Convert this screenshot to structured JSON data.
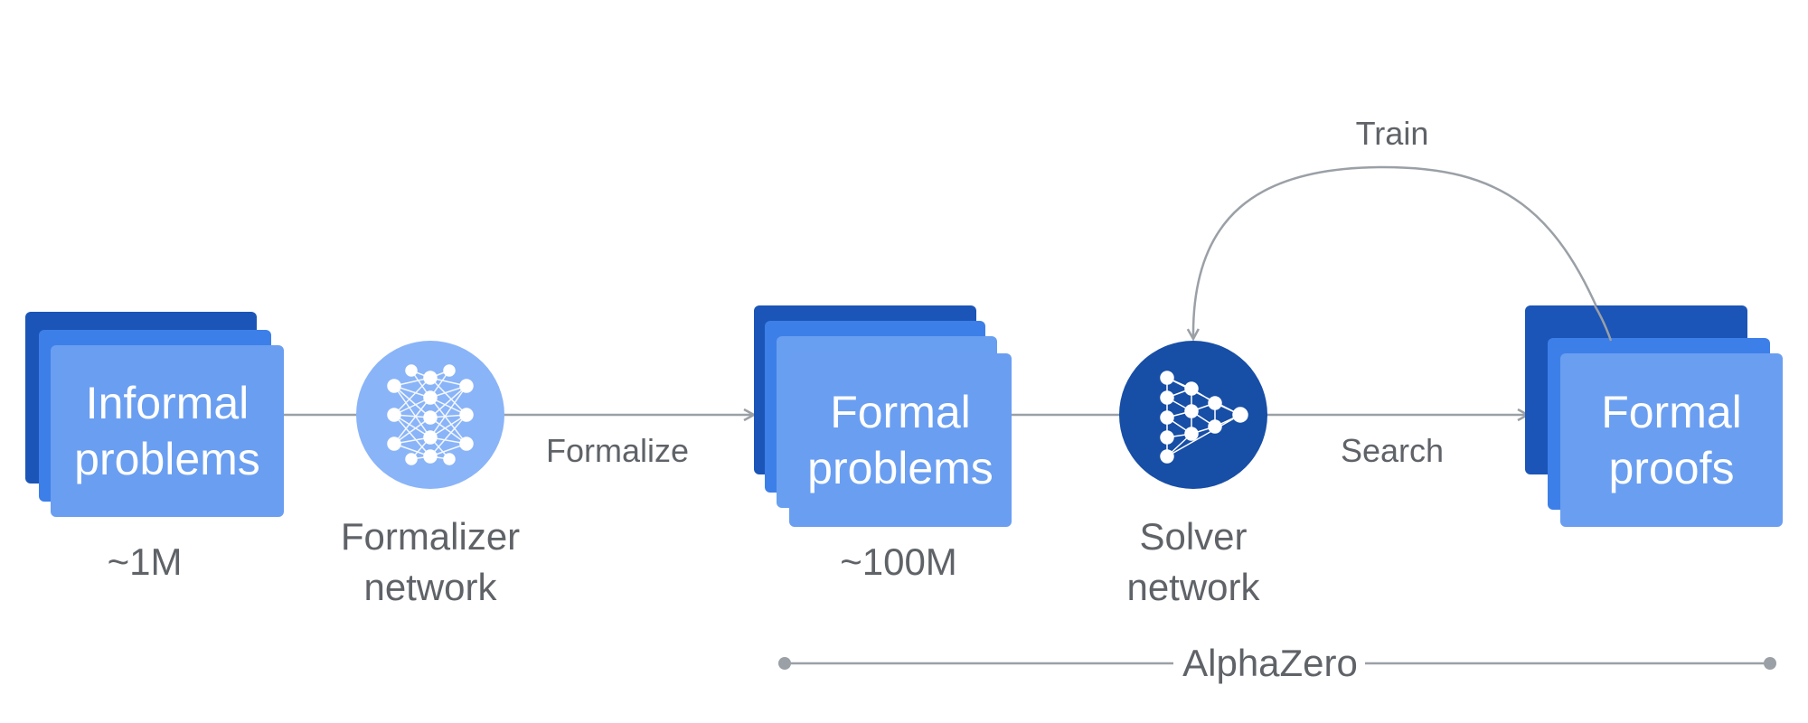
{
  "boxes": {
    "informal": {
      "label": "Informal\nproblems",
      "count": "~1M"
    },
    "formal_problems": {
      "label": "Formal\nproblems",
      "count": "~100M"
    },
    "formal_proofs": {
      "label": "Formal\nproofs"
    }
  },
  "nodes": {
    "formalizer": {
      "label": "Formalizer\nnetwork",
      "icon": "neural-network-icon"
    },
    "solver": {
      "label": "Solver\nnetwork",
      "icon": "neural-network-icon"
    }
  },
  "edges": {
    "formalize": "Formalize",
    "search": "Search",
    "train": "Train"
  },
  "bracket": {
    "label": "AlphaZero"
  },
  "colors": {
    "box_dark": "#1b55b7",
    "box_mid": "#3d7fe8",
    "box_front": "#6a9ef1",
    "formalizer_circle": "#8ab4f8",
    "solver_circle": "#174ea6",
    "line": "#9aa0a6",
    "text": "#5f6368"
  }
}
